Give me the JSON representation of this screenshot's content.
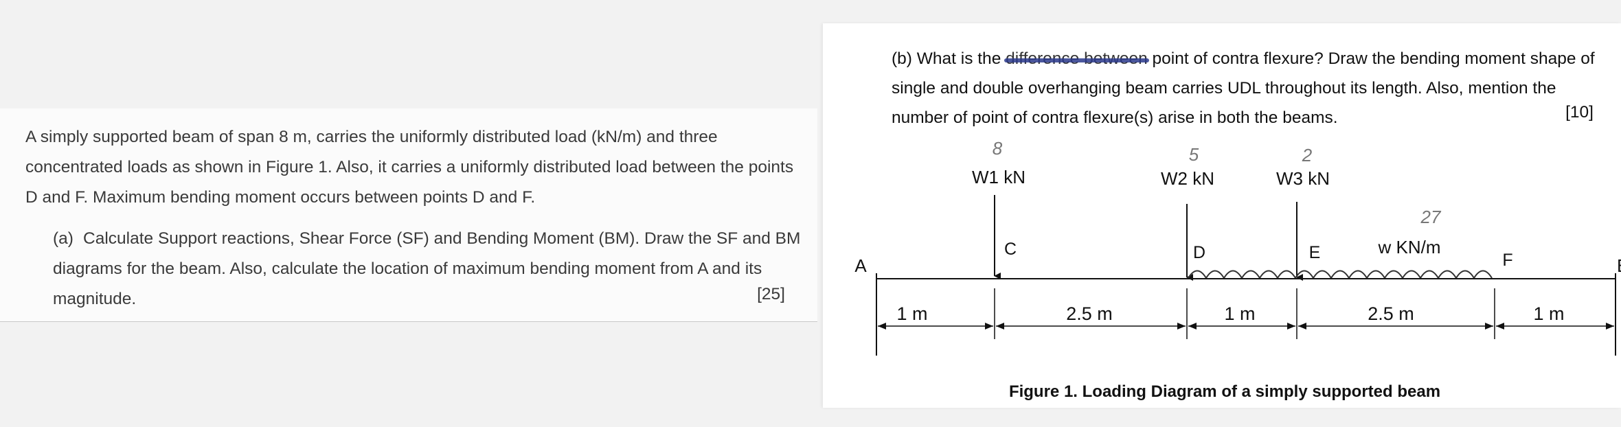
{
  "left": {
    "intro": "A simply supported beam of span 8 m, carries the uniformly distributed load (kN/m) and three concentrated loads as shown in Figure 1. Also, it carries a uniformly distributed load between the points D and F. Maximum bending moment occurs between points D and F.",
    "part_a_label": "(a)",
    "part_a_text": "Calculate Support reactions, Shear Force (SF) and Bending Moment (BM). Draw the SF and BM diagrams for the beam. Also, calculate the location of maximum bending moment from A and its magnitude.",
    "part_a_marks": "[25]"
  },
  "right": {
    "part_b_label": "(b)",
    "part_b_pre": "What is the",
    "part_b_struck": "difference between",
    "part_b_post": "point of contra flexure? Draw the bending moment shape of single and double overhanging beam carries UDL throughout its length. Also, mention the number of point of contra flexure(s) arise in both the beams.",
    "part_b_marks": "[10]"
  },
  "figure": {
    "caption": "Figure 1. Loading Diagram of a simply supported beam",
    "loads": {
      "w1": "W1 kN",
      "w2": "W2 kN",
      "w3": "W3 kN",
      "w": "w KN/m"
    },
    "handwritten": {
      "w1": "8",
      "w2": "5",
      "w3": "2",
      "w": "27"
    },
    "points": {
      "a": "A",
      "b": "B",
      "c": "C",
      "d": "D",
      "e": "E",
      "f": "F"
    },
    "dimensions": [
      "1 m",
      "2.5 m",
      "1 m",
      "2.5 m",
      "1 m"
    ]
  }
}
